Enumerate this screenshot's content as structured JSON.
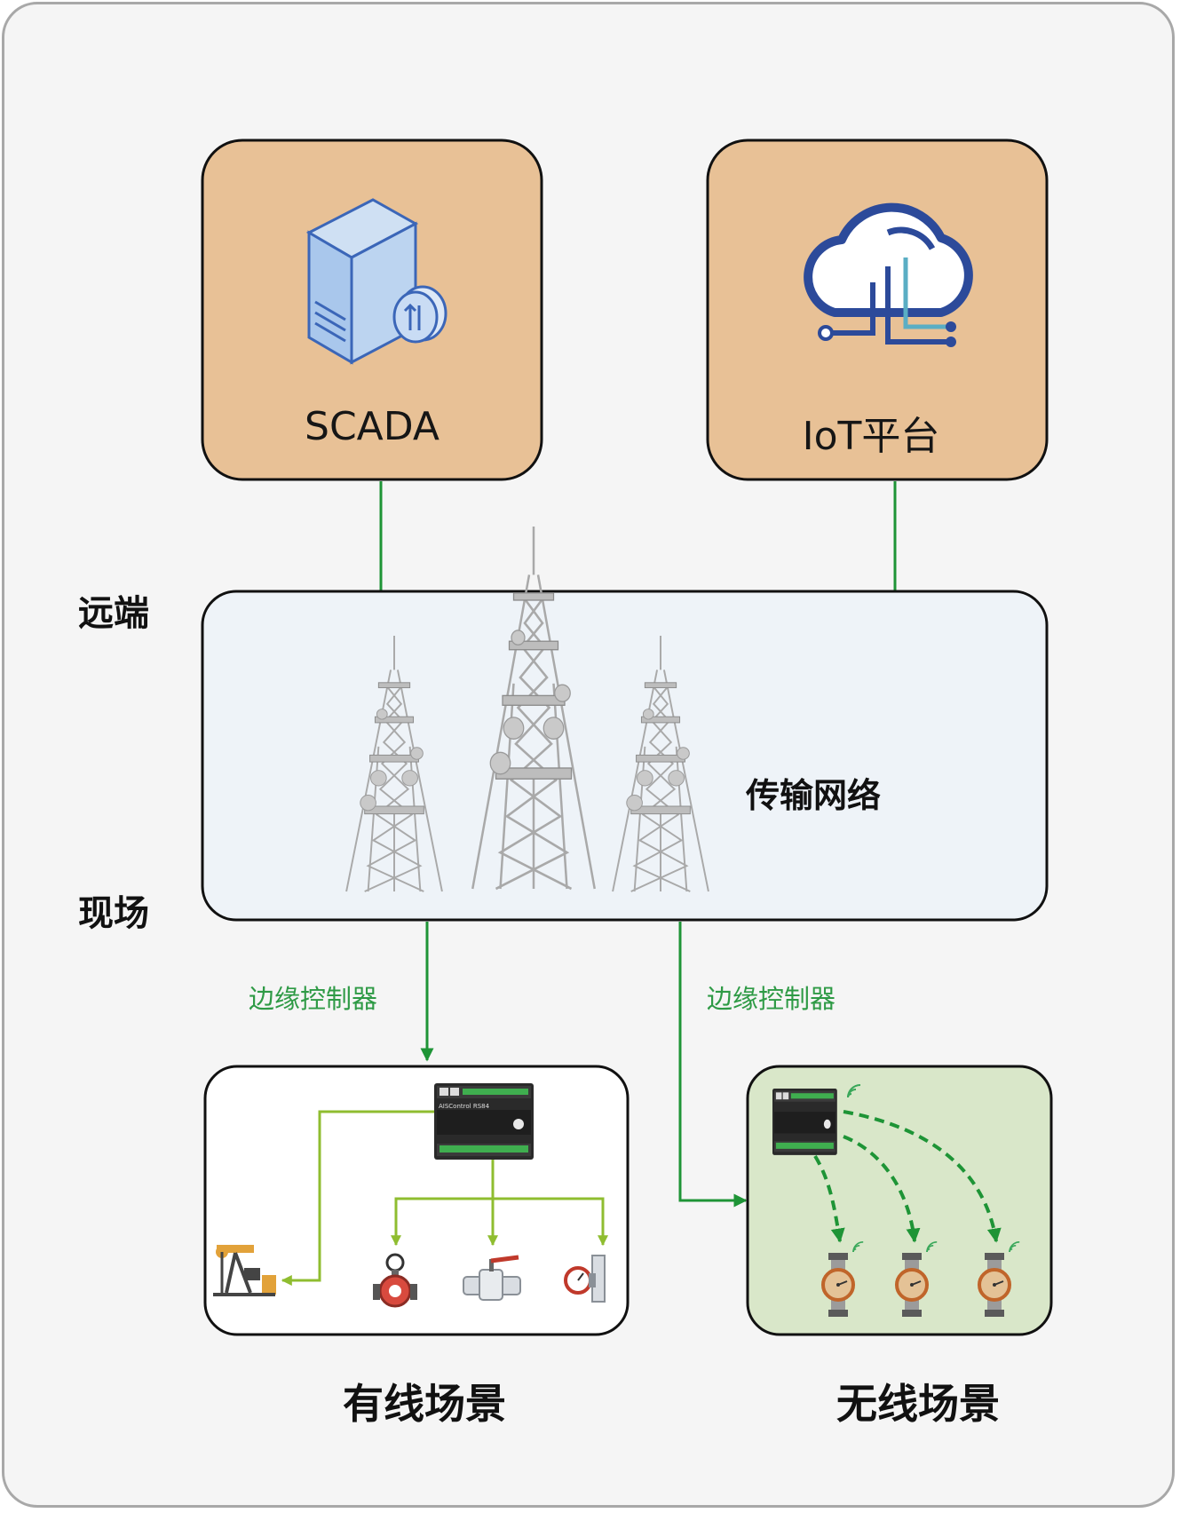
{
  "nodes": {
    "scada": {
      "label": "SCADA"
    },
    "iot": {
      "label": "IoT平台"
    },
    "network": {
      "label": "传输网络"
    },
    "device_label": "AISControl RS84"
  },
  "side_labels": {
    "remote": "远端",
    "field": "现场"
  },
  "edges": {
    "wired_edge": "边缘控制器",
    "wireless_edge": "边缘控制器"
  },
  "scenes": {
    "wired": "有线场景",
    "wireless": "无线场景"
  },
  "colors": {
    "orange_box": "#e8c196",
    "network_box": "#eef3f8",
    "wireless_box": "#d9e7c9",
    "arrow_green": "#1e9436",
    "line_lime": "#8fbd30"
  }
}
